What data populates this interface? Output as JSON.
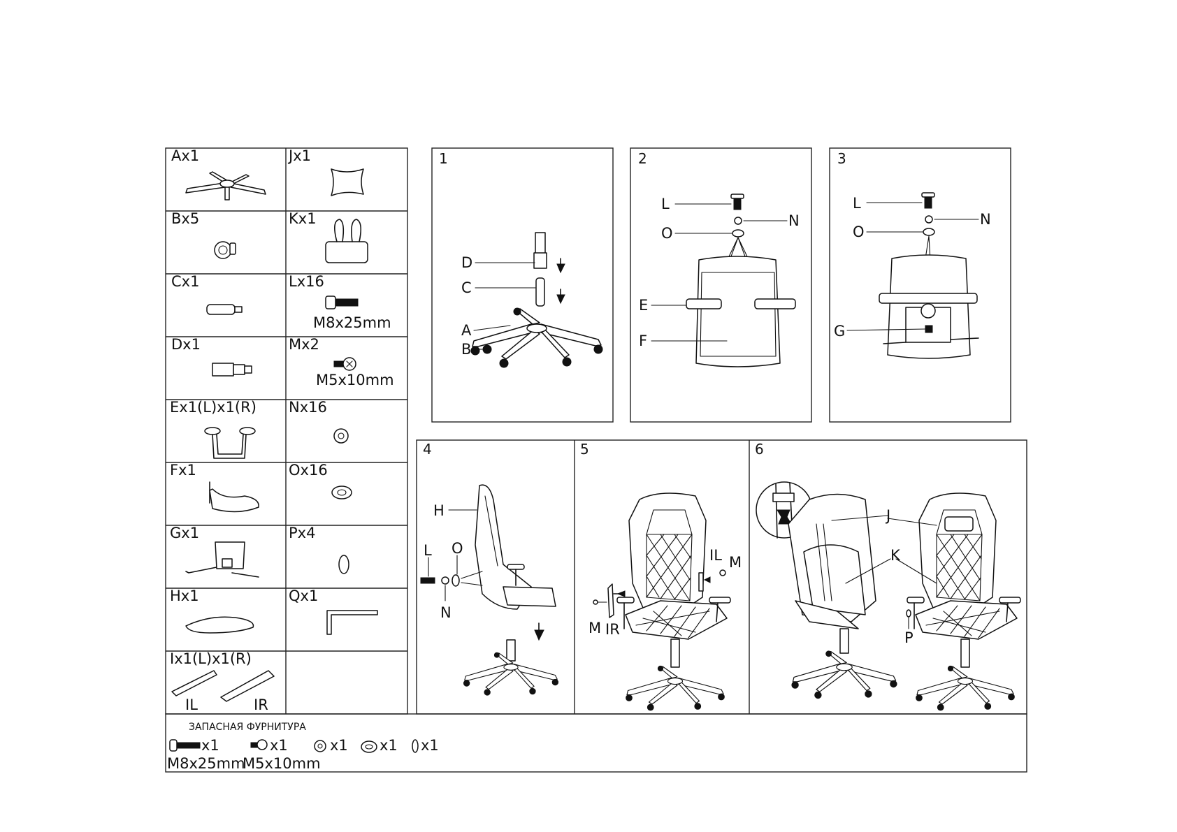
{
  "parts": {
    "A": "Ax1",
    "J": "Jx1",
    "B": "Bx5",
    "K": "Kx1",
    "C": "Cx1",
    "L": "Lx16",
    "L_size": "M8x25mm",
    "D": "Dx1",
    "M": "Mx2",
    "M_size": "M5x10mm",
    "E": "Ex1(L)x1(R)",
    "N": "Nx16",
    "F": "Fx1",
    "O": "Ox16",
    "G": "Gx1",
    "P": "Px4",
    "H": "Hx1",
    "Q": "Qx1",
    "I": "Ix1(L)x1(R)",
    "I_left": "IL",
    "I_right": "IR"
  },
  "steps": {
    "s1": {
      "num": "1",
      "D": "D",
      "C": "C",
      "A": "A",
      "B": "B"
    },
    "s2": {
      "num": "2",
      "L": "L",
      "N": "N",
      "O": "O",
      "E": "E",
      "F": "F"
    },
    "s3": {
      "num": "3",
      "L": "L",
      "N": "N",
      "O": "O",
      "G": "G"
    },
    "s4": {
      "num": "4",
      "H": "H",
      "L": "L",
      "O": "O",
      "N": "N"
    },
    "s5": {
      "num": "5",
      "IL": "IL",
      "M1": "M",
      "M2": "M",
      "IR": "IR"
    },
    "s6": {
      "num": "6",
      "J": "J",
      "K": "K",
      "P": "P"
    }
  },
  "spare": {
    "title": "ЗАПАСНАЯ ФУРНИТУРА",
    "q1": "x1",
    "q2": "x1",
    "q3": "x1",
    "q4": "x1",
    "q5": "x1",
    "size1": "M8x25mm",
    "size2": "M5x10mm"
  },
  "colors": {
    "line": "#111111",
    "background": "#ffffff"
  }
}
